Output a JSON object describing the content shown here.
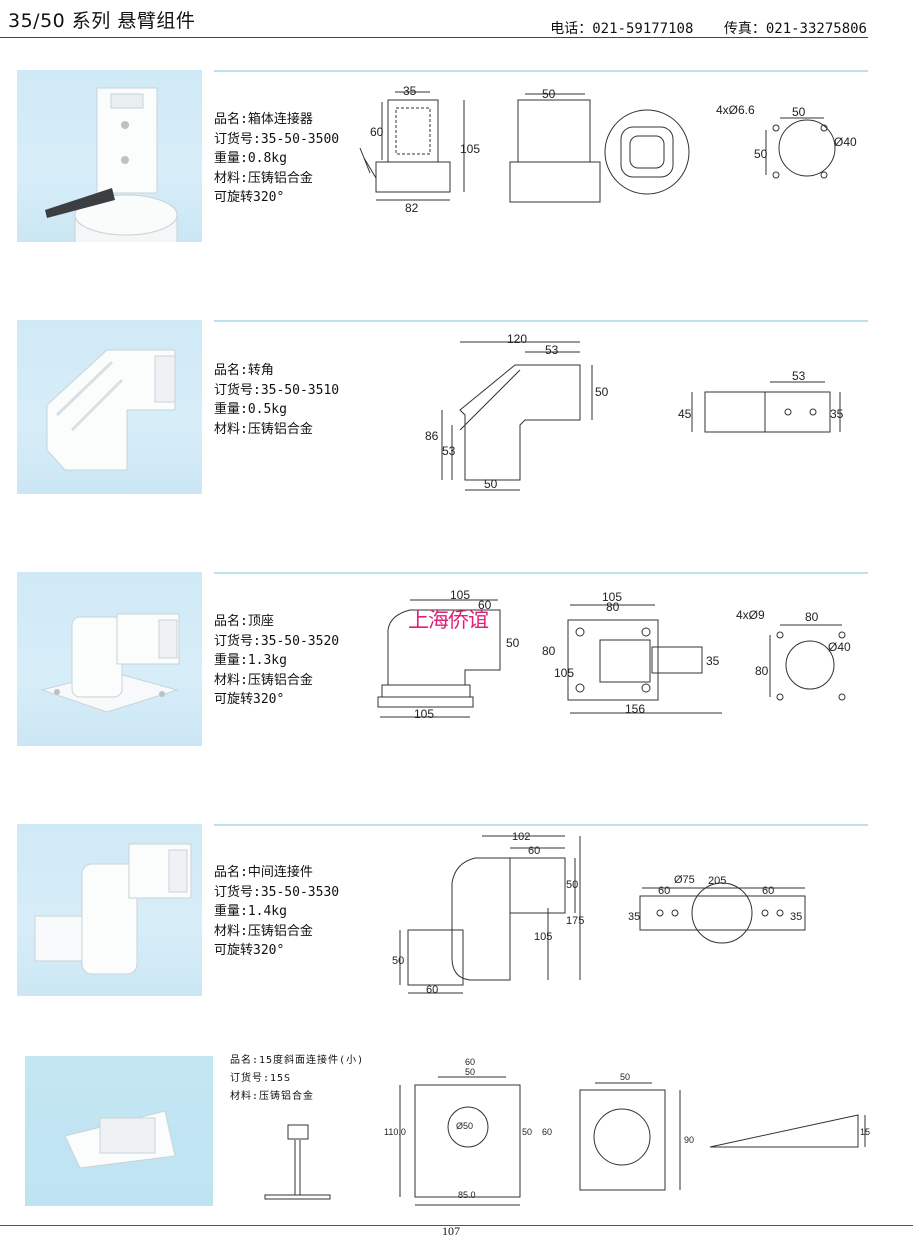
{
  "header": {
    "title": "35/50 系列 悬臂组件",
    "phone": "电话：021-59177108",
    "fax": "传真：021-33275806"
  },
  "watermark": "上海侨谊",
  "page_number": "107",
  "products": [
    {
      "lines": [
        "品名:箱体连接器",
        "订货号:35-50-3500",
        "重量:0.8kg",
        "材料:压铸铝合金",
        "可旋转320°"
      ],
      "dims": {
        "a": "35",
        "b": "60",
        "c": "105",
        "d": "82",
        "e": "50",
        "f": "4xØ6.6",
        "g": "50",
        "h": "Ø40",
        "i": "50"
      }
    },
    {
      "lines": [
        "品名:转角",
        "订货号:35-50-3510",
        "重量:0.5kg",
        "材料:压铸铝合金"
      ],
      "dims": {
        "a": "120",
        "b": "53",
        "c": "50",
        "d": "86",
        "e": "53",
        "f": "50",
        "g": "53",
        "h": "45",
        "i": "35"
      }
    },
    {
      "lines": [
        "品名:顶座",
        "订货号:35-50-3520",
        "重量:1.3kg",
        "材料:压铸铝合金",
        "可旋转320°"
      ],
      "dims": {
        "a": "105",
        "b": "60",
        "c": "50",
        "d": "105",
        "e": "105",
        "f": "80",
        "g": "80",
        "h": "105",
        "i": "35",
        "j": "156",
        "k": "4xØ9",
        "l": "80",
        "m": "Ø40",
        "n": "80"
      }
    },
    {
      "lines": [
        "品名:中间连接件",
        "订货号:35-50-3530",
        "重量:1.4kg",
        "材料:压铸铝合金",
        "可旋转320°"
      ],
      "dims": {
        "a": "102",
        "b": "60",
        "c": "50",
        "d": "175",
        "e": "105",
        "f": "50",
        "g": "60",
        "h": "Ø75",
        "i": "205",
        "j": "60",
        "k": "60",
        "l": "35",
        "m": "35"
      }
    },
    {
      "lines": [
        "品名:15度斜面连接件(小)",
        "订货号:15S",
        "材料:压铸铝合金"
      ],
      "dims": {
        "a": "60",
        "b": "50",
        "c": "110.0",
        "d": "Ø50",
        "e": "50",
        "f": "60",
        "g": "85.0",
        "h": "50",
        "i": "90",
        "j": "15"
      }
    }
  ]
}
